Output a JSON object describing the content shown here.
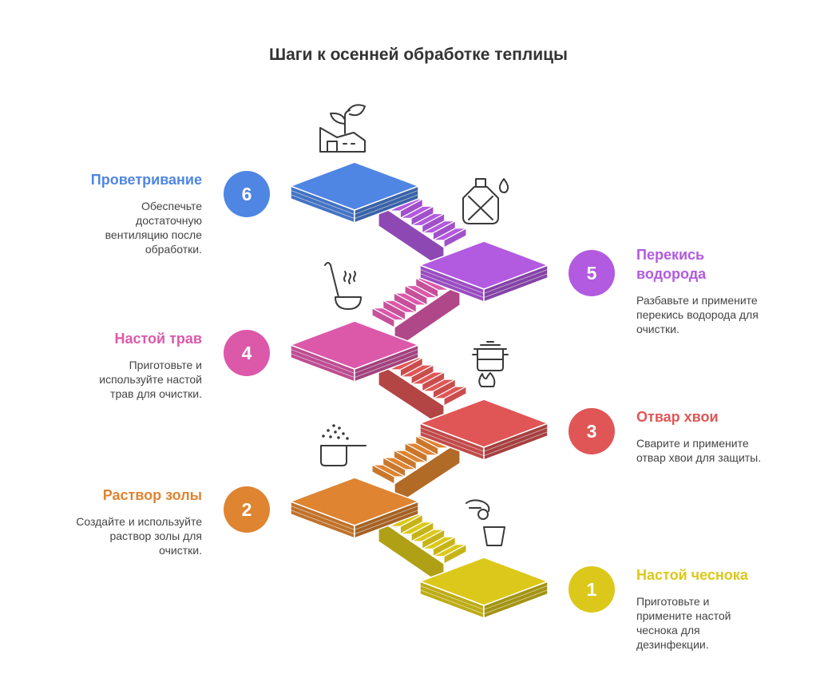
{
  "title": "Шаги к осенней обработке теплицы",
  "steps": [
    {
      "number": "1",
      "title": "Настой чеснока",
      "desc": [
        "Приготовьте и",
        "примените настой",
        "чеснока для",
        "дезинфекции."
      ],
      "color": "#dcc81a",
      "icon": "garlic-jar-icon"
    },
    {
      "number": "2",
      "title": "Раствор золы",
      "desc": [
        "Создайте и используйте",
        "раствор золы для",
        "очистки."
      ],
      "color": "#df8431",
      "icon": "ash-pot-icon"
    },
    {
      "number": "3",
      "title": "Отвар хвои",
      "desc": [
        "Сварите и примените",
        "отвар хвои для защиты."
      ],
      "color": "#e05656",
      "icon": "cooking-pot-icon"
    },
    {
      "number": "4",
      "title": "Настой трав",
      "desc": [
        "Приготовьте и",
        "используйте настой",
        "трав для очистки."
      ],
      "color": "#dc59aa",
      "icon": "ladle-icon"
    },
    {
      "number": "5",
      "title": "Перекись водорода",
      "title_lines": [
        "Перекись",
        "водорода"
      ],
      "desc": [
        "Разбавьте и примените",
        "перекись водорода для",
        "очистки."
      ],
      "color": "#b25ae0",
      "icon": "bottle-icon"
    },
    {
      "number": "6",
      "title": "Проветривание",
      "desc": [
        "Обеспечьте",
        "достаточную",
        "вентиляцию после",
        "обработки."
      ],
      "color": "#4f86e3",
      "icon": "greenhouse-plant-icon"
    }
  ]
}
